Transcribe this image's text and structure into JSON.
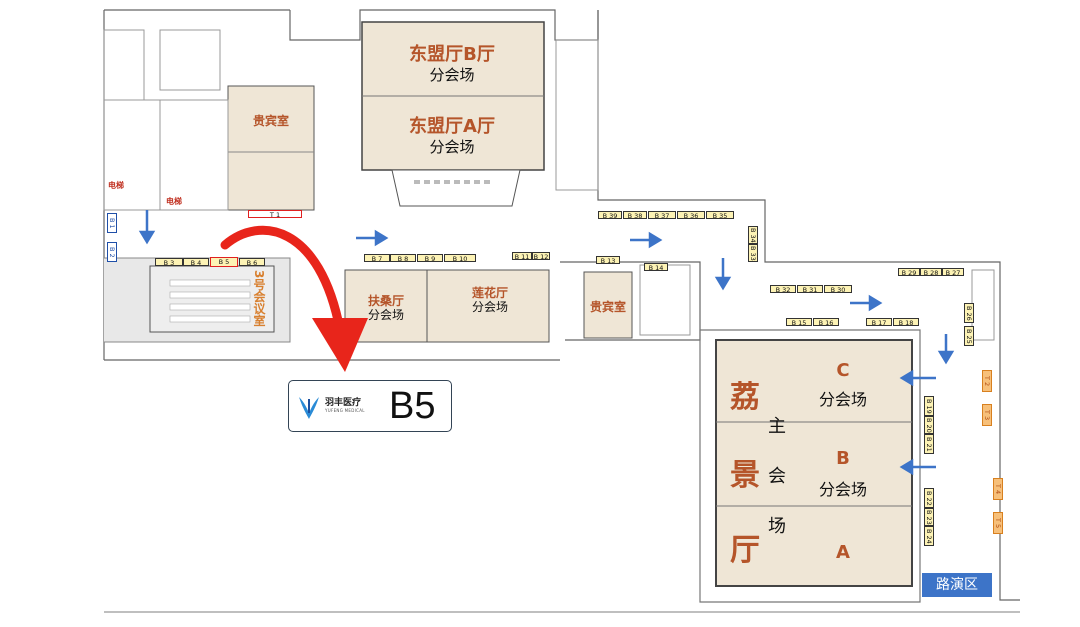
{
  "halls": {
    "asean_b": {
      "name": "东盟厅B厅",
      "sub": "分会场"
    },
    "asean_a": {
      "name": "东盟厅A厅",
      "sub": "分会场"
    },
    "vip_left": {
      "name": "贵宾室"
    },
    "vip_mid": {
      "name": "贵宾室"
    },
    "fusang": {
      "name": "扶桑厅",
      "sub": "分会场"
    },
    "lianhua": {
      "name": "莲花厅",
      "sub": "分会场"
    },
    "meeting3": {
      "name": "3号会议室"
    },
    "lijing": {
      "name_chars": [
        "荔",
        "景",
        "厅"
      ],
      "main_chars": [
        "主",
        "会",
        "场"
      ]
    },
    "section_c": {
      "letter": "C",
      "sub": "分会场"
    },
    "section_b": {
      "letter": "B",
      "sub": "分会场"
    },
    "section_a": {
      "letter": "A"
    }
  },
  "elevator_labels": [
    "电梯",
    "电梯"
  ],
  "roadshow": "路演区",
  "callout": {
    "brand": "羽丰医疗",
    "brand_en": "YUFENG MEDICAL",
    "booth": "B5"
  },
  "booths": {
    "b1": "B 1",
    "b2": "B 2",
    "b3": "B 3",
    "b4": "B 4",
    "b5": "B 5",
    "b6": "B 6",
    "t1": "T 1",
    "b7": "B 7",
    "b8": "B 8",
    "b9": "B 9",
    "b10": "B 10",
    "b11": "B 11",
    "b12": "B 12",
    "b13": "B 13",
    "b14": "B 14",
    "b39": "B 39",
    "b38": "B 38",
    "b37": "B 37",
    "b36": "B 36",
    "b35": "B 35",
    "b34": "B 34",
    "b33": "B 33",
    "b32": "B 32",
    "b31": "B 31",
    "b30": "B 30",
    "b29": "B 29",
    "b28": "B 28",
    "b27": "B 27",
    "b15": "B 15",
    "b16": "B 16",
    "b17": "B 17",
    "b18": "B 18",
    "b26": "B 26",
    "b25": "B 25",
    "b19": "B 19",
    "b20": "B 20",
    "b21": "B 21",
    "b22": "B 22",
    "b23": "B 23",
    "b24": "B 24",
    "t2": "T 2",
    "t3": "T 3",
    "t4": "T 4",
    "t5": "T 5"
  },
  "colors": {
    "hall_fill": "#efe6d6",
    "hall_text": "#b5552a",
    "booth_fill": "#fdf3b5",
    "arrow_blue": "#3d74c8",
    "highlight_red": "#e02020"
  }
}
